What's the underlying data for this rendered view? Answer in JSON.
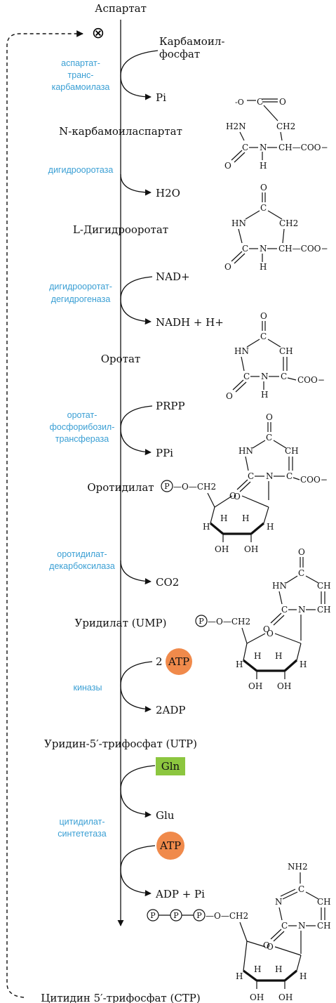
{
  "metabolites": [
    {
      "name": "Аспартат"
    },
    {
      "name": "N-карбамоиласпартат"
    },
    {
      "name": "L-Дигидрооротат"
    },
    {
      "name": "Оротат"
    },
    {
      "name": "Оротидилат"
    },
    {
      "name": "Уридилат (UMP)"
    },
    {
      "name": "Уридин-5′-трифосфат (UTP)"
    },
    {
      "name": "Цитидин 5′-трифосфат (CTP)"
    }
  ],
  "enzymes": [
    {
      "lines": [
        "аспартат-",
        "транс-",
        "карбамоилаза"
      ]
    },
    {
      "lines": [
        "дигидрооротаза"
      ]
    },
    {
      "lines": [
        "дигидрооротат-",
        "дегидрогеназа"
      ]
    },
    {
      "lines": [
        "оротат-",
        "фосфорибозил-",
        "трансфераза"
      ]
    },
    {
      "lines": [
        "оротидилат-",
        "декарбоксилаза"
      ]
    },
    {
      "lines": [
        "киназы"
      ]
    },
    {
      "lines": [
        "цитидилат-",
        "синтететаза"
      ]
    }
  ],
  "cosubstrates": {
    "s1_in_lines": [
      "Карбамоил-",
      "фосфат"
    ],
    "s1_out": "Pi",
    "s2_out": "H2O",
    "s3_in": "NAD+",
    "s3_out": "NADH + H+",
    "s4_in": "PRPP",
    "s4_out": "PPi",
    "s5_out": "CO2",
    "s6_in_prefix": "2",
    "s6_in_badge": "ATP",
    "s6_out": "2ADP",
    "s7_in_badge": "Gln",
    "s7_out": "Glu",
    "s7_in2_badge": "ATP",
    "s7_out2": "ADP + Pi"
  },
  "inhibition_symbol": "⊗",
  "structure_atoms": {
    "o_minus": "-O",
    "o": "O",
    "c": "C",
    "n": "N",
    "h": "H",
    "ch2": "CH2",
    "ch": "CH",
    "h2n": "H2N",
    "nh2": "NH2",
    "hn": "HN",
    "coo": "COO−",
    "ch_coo": "CH—COO−",
    "oh": "OH",
    "p": "P",
    "o_ch2": "—O—CH2"
  },
  "colors": {
    "enzyme_text": "#3a9fd4",
    "atp_badge": "#f08a4b",
    "gln_badge": "#8cc63f"
  }
}
